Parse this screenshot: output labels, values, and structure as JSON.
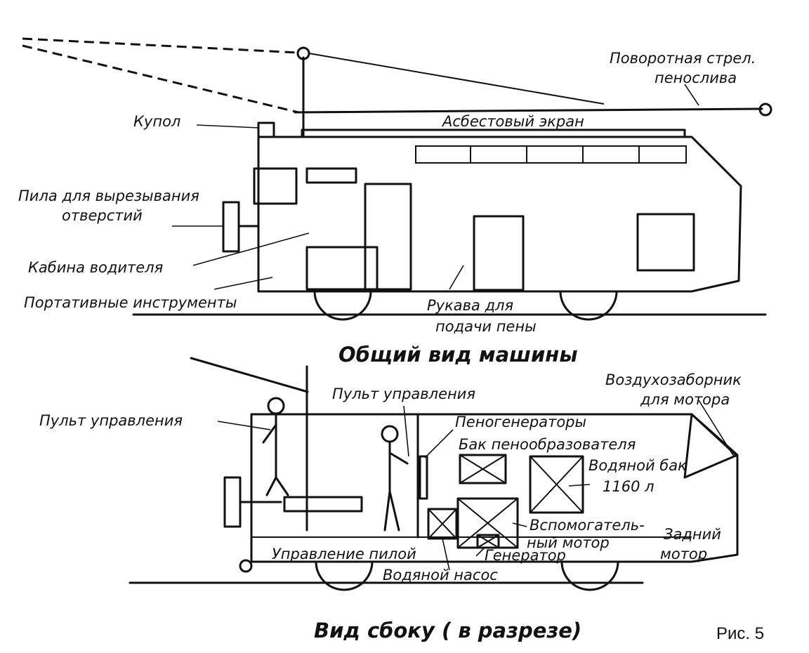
{
  "top_view": {
    "title": "Общий вид машины",
    "labels": {
      "boom_line1": "Поворотная стрел.",
      "boom_line2": "пенослива",
      "dome": "Купол",
      "asbestos_screen": "Асбестовый экран",
      "saw_line1": "Пила для вырезывания",
      "saw_line2": "отверстий",
      "cab": "Кабина водителя",
      "portable_tools": "Портативные инструменты",
      "hoses_line1": "Рукава для",
      "hoses_line2": "подачи пены"
    }
  },
  "side_view": {
    "title": "Вид сбоку ( в разрезе)",
    "labels": {
      "control_panel_left": "Пульт управления",
      "control_panel_center": "Пульт управления",
      "foam_generators": "Пеногенераторы",
      "foam_tank": "Бак пенообразователя",
      "water_tank_line1": "Водяной бак",
      "water_tank_line2": "1160 л",
      "air_intake_line1": "Воздухозаборник",
      "air_intake_line2": "для мотора",
      "aux_motor_line1": "Вспомогатель-",
      "aux_motor_line2": "ный мотор",
      "generator": "Генератор",
      "rear_motor_line1": "Задний",
      "rear_motor_line2": "мотор",
      "saw_control": "Управление пилой",
      "water_pump": "Водяной насос"
    }
  },
  "figure_number": "Рис. 5"
}
